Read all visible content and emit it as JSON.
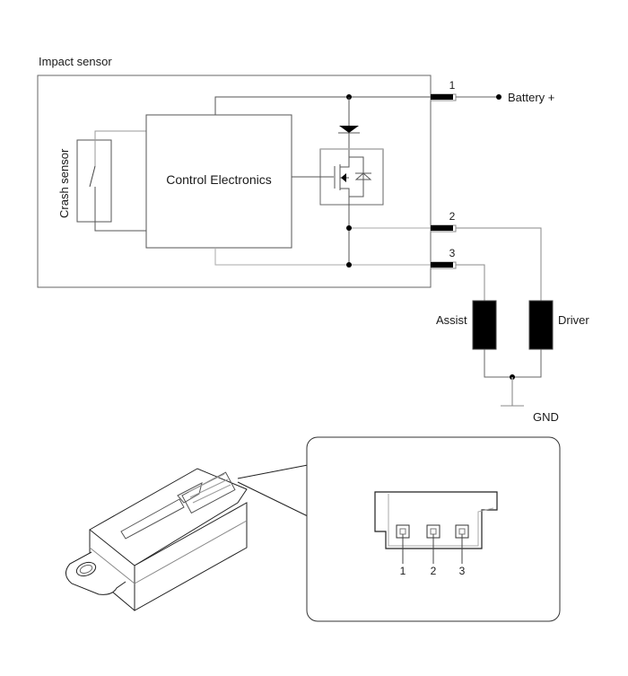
{
  "schematic": {
    "title": "Impact sensor",
    "crash_sensor_label": "Crash sensor",
    "control_label": "Control Electronics",
    "pins": [
      {
        "number": "1"
      },
      {
        "number": "2"
      },
      {
        "number": "3"
      }
    ],
    "battery_label": "Battery +",
    "assist_label": "Assist",
    "driver_label": "Driver",
    "gnd_label": "GND"
  },
  "connector_view": {
    "pins": [
      "1",
      "2",
      "3"
    ]
  },
  "colors": {
    "line": "#555555",
    "light_line": "#aaaaaa",
    "fill": "#000000"
  }
}
